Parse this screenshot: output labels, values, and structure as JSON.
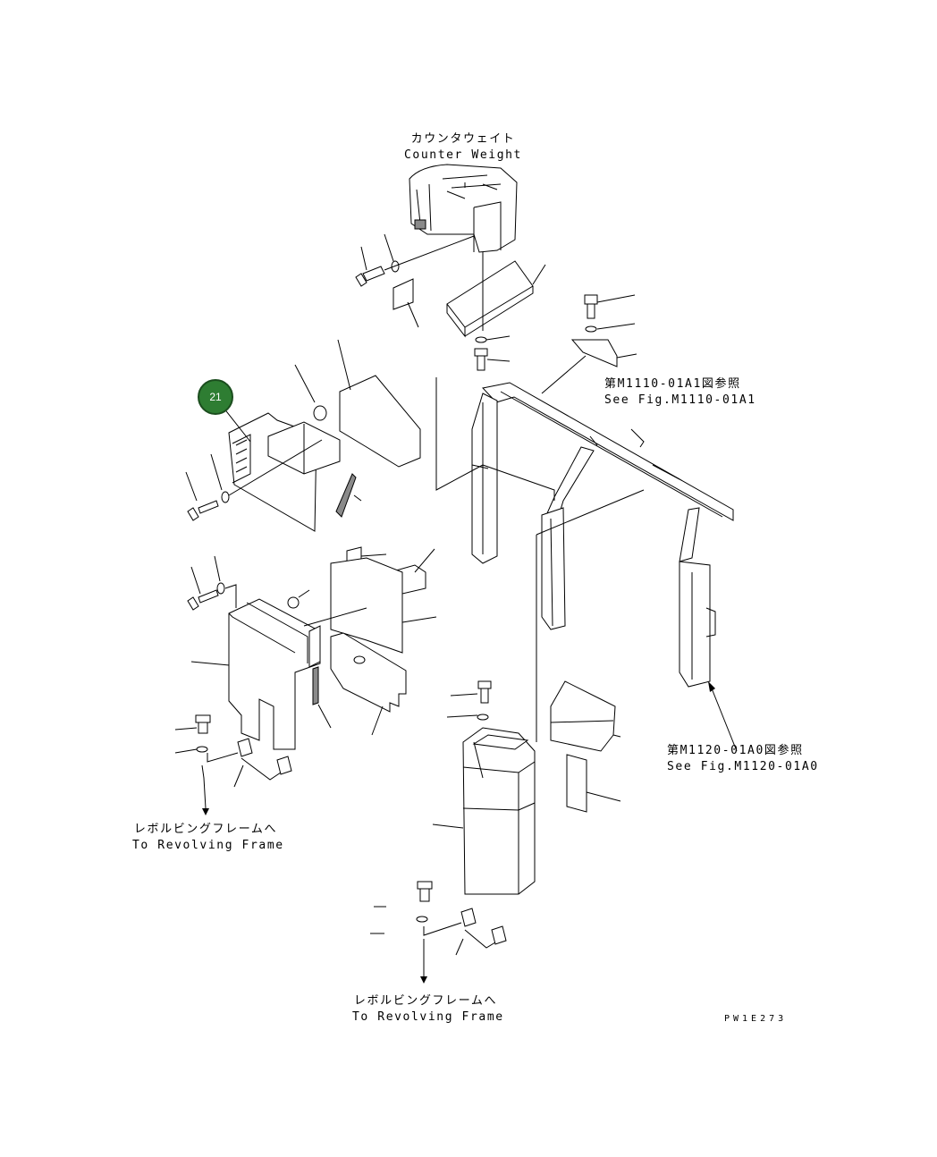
{
  "labels": {
    "counterweight_jp": "カウンタウェイト",
    "counterweight_en": "Counter Weight",
    "fig1_jp": "第M1110-01A1図参照",
    "fig1_en": "See Fig.M1110-01A1",
    "fig2_jp": "第M1120-01A0図参照",
    "fig2_en": "See Fig.M1120-01A0",
    "revolving1_jp": "レボルビングフレームへ",
    "revolving1_en": "To Revolving Frame",
    "revolving2_jp": "レボルビングフレームへ",
    "revolving2_en": "To Revolving Frame",
    "drawing_code": "PW1E273"
  },
  "callout": {
    "number": "21",
    "color": "#2e7d32"
  }
}
